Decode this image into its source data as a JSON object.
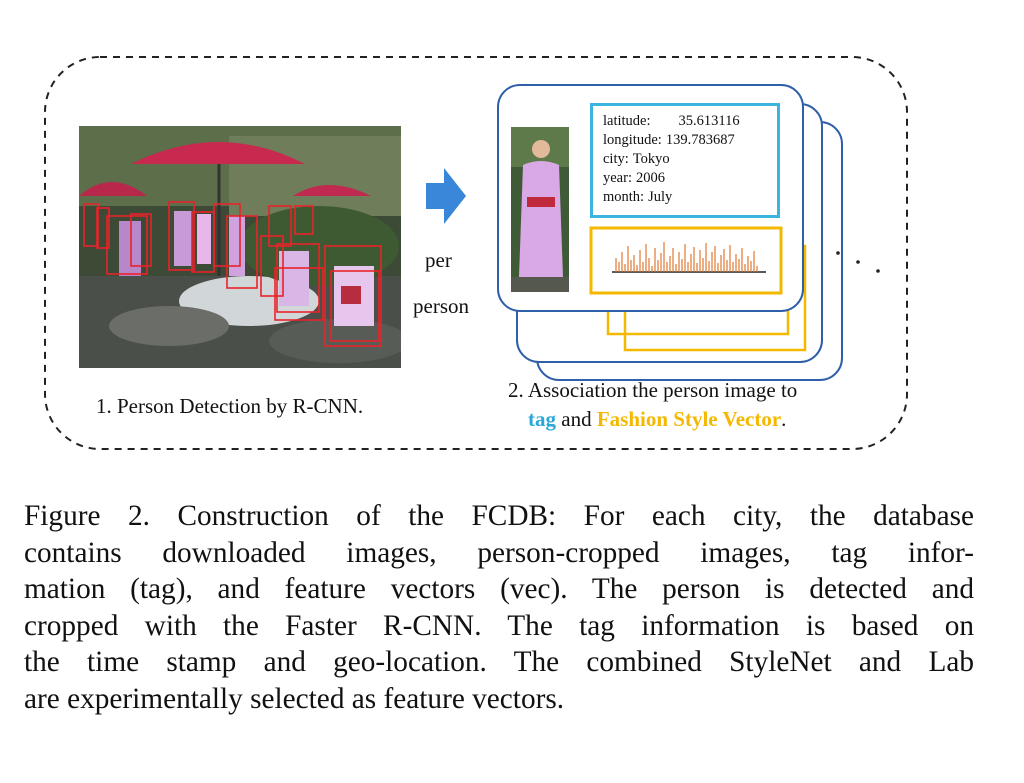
{
  "figure": {
    "step1_caption": "1. Person Detection by R-CNN.",
    "arrow_label_line1": "per",
    "arrow_label_line2": "person",
    "tag_info": {
      "latitude_label": "latitude:",
      "latitude_value": "35.613116",
      "longitude_label": "longitude:",
      "longitude_value": "139.783687",
      "city_label": "city:",
      "city_value": "Tokyo",
      "year_label": "year:",
      "year_value": "2006",
      "month_label": "month:",
      "month_value": "July"
    },
    "step2_caption_line1": "2. Association the person image to",
    "step2_tag_word": "tag",
    "step2_and": " and ",
    "step2_fsv_word": "Fashion Style Vector",
    "step2_period": ".",
    "ellipsis": ". ."
  },
  "caption": {
    "lines": [
      "Figure 2. Construction of the FCDB: For each city, the database",
      "contains downloaded images, person-cropped images, tag infor-",
      "mation (tag), and feature vectors (vec). The person is detected and",
      "cropped with the Faster R-CNN. The tag information is based on",
      "the time stamp and geo-location. The combined StyleNet and Lab",
      "are experimentally selected as feature vectors."
    ]
  },
  "colors": {
    "tag_box": "#3bb5e0",
    "vector_box": "#f5b800",
    "arrow": "#3a86d8",
    "detection_box": "#e8232b"
  }
}
